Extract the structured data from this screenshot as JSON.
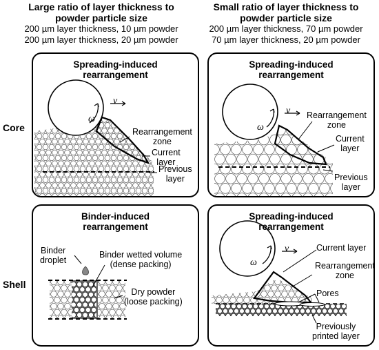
{
  "columns": [
    {
      "title_line1": "Large ratio of layer thickness to",
      "title_line2": "powder particle size",
      "sub1": "200 µm layer thickness, 10 µm powder",
      "sub2": "200 µm layer thickness, 20 µm powder"
    },
    {
      "title_line1": "Small ratio of layer thickness to",
      "title_line2": "powder particle size",
      "sub1": "200 µm layer thickness, 70 µm powder",
      "sub2": "70 µm layer thickness, 20 µm powder"
    }
  ],
  "rows": {
    "core": "Core",
    "shell": "Shell"
  },
  "panels": {
    "top_left": {
      "title1": "Spreading-induced",
      "title2": "rearrangement",
      "omega": "ω",
      "v": "v",
      "zone1": "Rearrangement",
      "zone2": "zone",
      "current1": "Current",
      "current2": "layer",
      "previous1": "Previous",
      "previous2": "layer"
    },
    "top_right": {
      "title1": "Spreading-induced",
      "title2": "rearrangement",
      "omega": "ω",
      "v": "v",
      "zone1": "Rearrangement",
      "zone2": "zone",
      "current1": "Current",
      "current2": "layer",
      "previous1": "Previous",
      "previous2": "layer"
    },
    "bottom_left": {
      "title1": "Binder-induced",
      "title2": "rearrangement",
      "droplet1": "Binder",
      "droplet2": "droplet",
      "wetted1": "Binder wetted volume",
      "wetted2": "(dense packing)",
      "dry1": "Dry powder",
      "dry2": "(loose packing)"
    },
    "bottom_right": {
      "title1": "Spreading-induced",
      "title2": "rearrangement",
      "omega": "ω",
      "v": "v",
      "current": "Current layer",
      "zone1": "Rearrangement",
      "zone2": "zone",
      "pores": "Pores",
      "printed1": "Previously",
      "printed2": "printed layer"
    }
  }
}
